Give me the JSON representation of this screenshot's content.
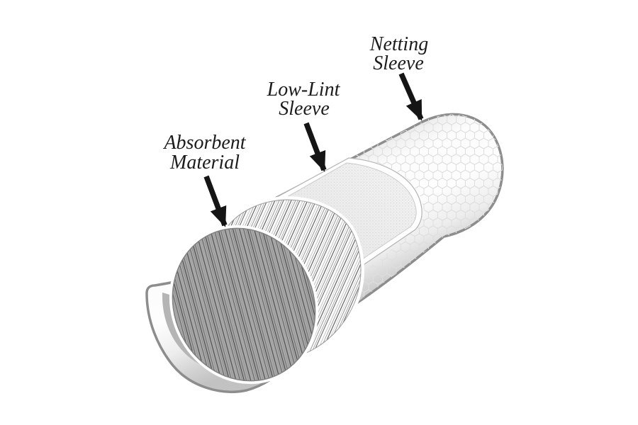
{
  "figure": {
    "title": "Absorbent sock cutaway diagram",
    "background": "#ffffff",
    "labels": {
      "netting": {
        "line1": "Netting",
        "line2": "Sleeve"
      },
      "lowlint": {
        "line1": "Low-Lint",
        "line2": "Sleeve"
      },
      "absorbent": {
        "line1": "Absorbent",
        "line2": "Material"
      }
    },
    "parts": [
      "Netting Sleeve (outer hexagonal mesh tube)",
      "Low-Lint Sleeve (stippled inner sleeve revealed by cutaway)",
      "Absorbent Material (fibrous core, cut end exposed)",
      "Outer sleeve trough (cut-open C-channel at near end)"
    ],
    "colors": {
      "ink": "#1c1c1c",
      "arrow": "#151515",
      "outline": "#8d8d8d",
      "hex_mesh_line": "#dedede",
      "stipple_base": "#ededed",
      "trough_inner": "#b5b5b5",
      "fiber_dark_base": "#ababab",
      "background": "#ffffff"
    }
  }
}
